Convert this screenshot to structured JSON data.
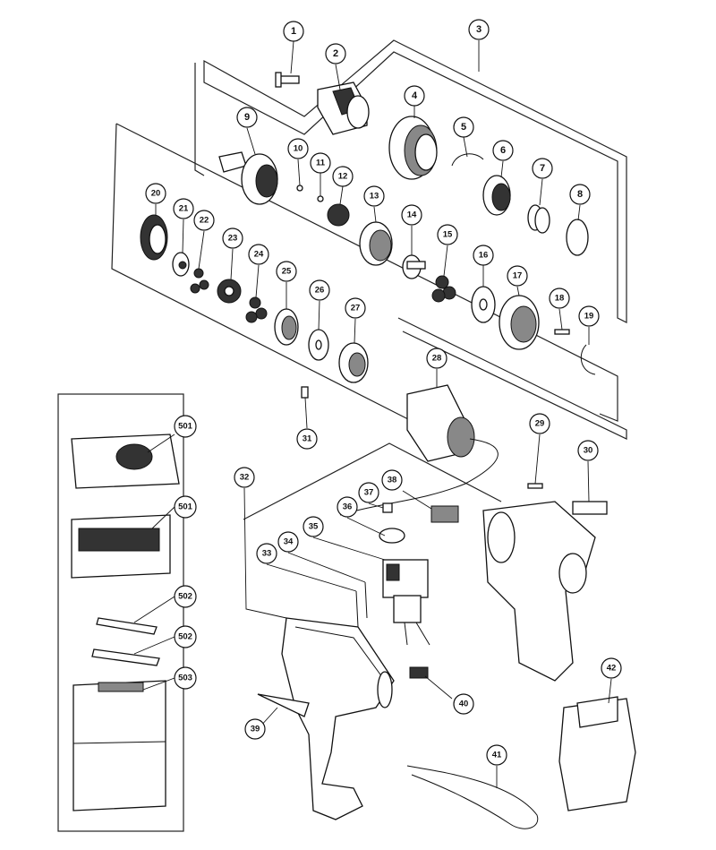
{
  "callouts": [
    {
      "id": "c1",
      "label": "1"
    },
    {
      "id": "c2",
      "label": "2"
    },
    {
      "id": "c3",
      "label": "3"
    },
    {
      "id": "c4",
      "label": "4"
    },
    {
      "id": "c5",
      "label": "5"
    },
    {
      "id": "c6",
      "label": "6"
    },
    {
      "id": "c7",
      "label": "7"
    },
    {
      "id": "c8",
      "label": "8"
    },
    {
      "id": "c9",
      "label": "9"
    },
    {
      "id": "c10",
      "label": "10"
    },
    {
      "id": "c11",
      "label": "11"
    },
    {
      "id": "c12",
      "label": "12"
    },
    {
      "id": "c13",
      "label": "13"
    },
    {
      "id": "c14",
      "label": "14"
    },
    {
      "id": "c15",
      "label": "15"
    },
    {
      "id": "c16",
      "label": "16"
    },
    {
      "id": "c17",
      "label": "17"
    },
    {
      "id": "c18",
      "label": "18"
    },
    {
      "id": "c19",
      "label": "19"
    },
    {
      "id": "c20",
      "label": "20"
    },
    {
      "id": "c21",
      "label": "21"
    },
    {
      "id": "c22",
      "label": "22"
    },
    {
      "id": "c23",
      "label": "23"
    },
    {
      "id": "c24",
      "label": "24"
    },
    {
      "id": "c25",
      "label": "25"
    },
    {
      "id": "c26",
      "label": "26"
    },
    {
      "id": "c27",
      "label": "27"
    },
    {
      "id": "c28",
      "label": "28"
    },
    {
      "id": "c29",
      "label": "29"
    },
    {
      "id": "c30",
      "label": "30"
    },
    {
      "id": "c31",
      "label": "31"
    },
    {
      "id": "c32",
      "label": "32"
    },
    {
      "id": "c33",
      "label": "33"
    },
    {
      "id": "c34",
      "label": "34"
    },
    {
      "id": "c35",
      "label": "35"
    },
    {
      "id": "c36",
      "label": "36"
    },
    {
      "id": "c37",
      "label": "37"
    },
    {
      "id": "c38",
      "label": "38"
    },
    {
      "id": "c39",
      "label": "39"
    },
    {
      "id": "c40",
      "label": "40"
    },
    {
      "id": "c41",
      "label": "41"
    },
    {
      "id": "c42",
      "label": "42"
    },
    {
      "id": "c501a",
      "label": "501"
    },
    {
      "id": "c501b",
      "label": "501"
    },
    {
      "id": "c502a",
      "label": "502"
    },
    {
      "id": "c502b",
      "label": "502"
    },
    {
      "id": "c503",
      "label": "503"
    }
  ]
}
